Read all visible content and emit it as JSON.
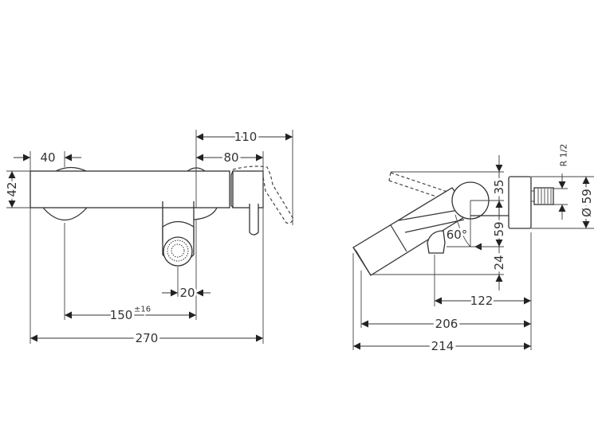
{
  "front_view": {
    "dimensions": {
      "overall_width": "270",
      "handle_reach": "110",
      "handle_length": "80",
      "flange_offset": "40",
      "body_height": "42",
      "spout_diameter_offset": "20",
      "connection_spacing": "150",
      "connection_tolerance": "±16"
    }
  },
  "side_view": {
    "dimensions": {
      "top_to_axis": "35",
      "axis_to_outlet": "59",
      "outlet_drop": "24",
      "thread": "R 1/2",
      "flange_diameter": "Ø 59",
      "outlet_projection": "122",
      "spout_projection": "206",
      "overall_projection": "214",
      "spout_angle": "60°"
    }
  }
}
